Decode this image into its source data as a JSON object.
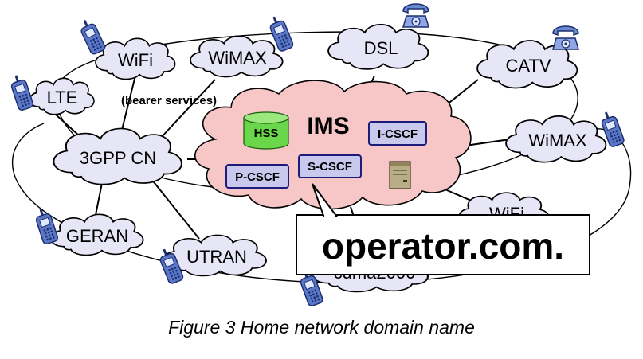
{
  "diagram": {
    "clouds": {
      "wifi_top": "WiFi",
      "wimax_top": "WiMAX",
      "dsl": "DSL",
      "catv": "CATV",
      "lte": "LTE",
      "cn": "3GPP CN",
      "wimax_right": "WiMAX",
      "wifi_right": "WiFi",
      "geran": "GERAN",
      "utran": "UTRAN",
      "cdma": "cdma2000"
    },
    "bearer_label": "(bearer services)",
    "ims": {
      "title": "IMS",
      "hss": "HSS",
      "icscf": "I-CSCF",
      "scscf": "S-CSCF",
      "pcscf": "P-CSCF"
    },
    "domain_name": "operator.com."
  },
  "caption": "Figure 3 Home network domain name",
  "colors": {
    "cloud_fill": "#e6e6f6",
    "ims_fill": "#f7c6c6",
    "box_fill": "#c9c9ee",
    "box_stroke": "#1c1c7a",
    "hss_fill": "#6ad64a"
  },
  "icons": [
    "mobile-phone-icon",
    "desk-telephone-icon",
    "server-icon",
    "database-icon"
  ]
}
